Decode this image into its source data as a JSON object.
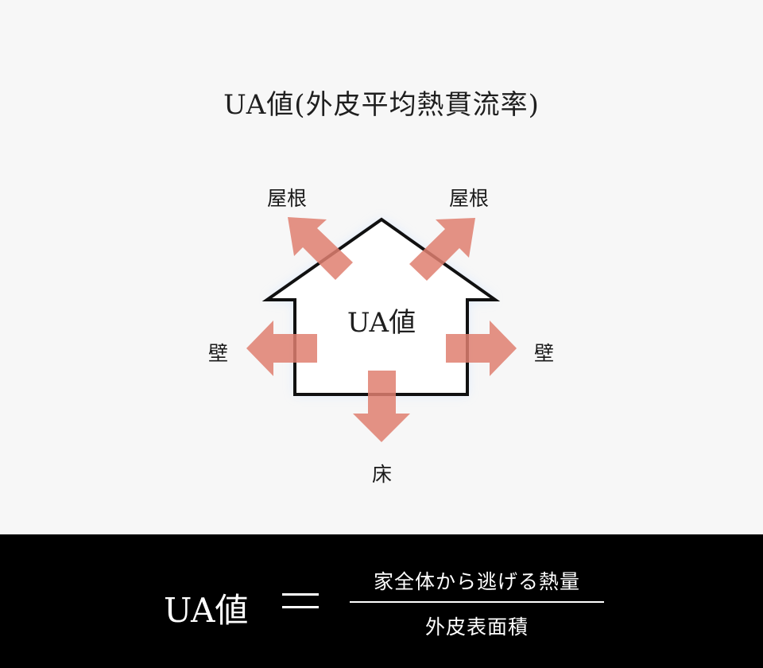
{
  "diagram": {
    "title": "UA値(外皮平均熱貫流率)",
    "house_label": "UA値",
    "labels": {
      "roof_left": "屋根",
      "roof_right": "屋根",
      "wall_left": "壁",
      "wall_right": "壁",
      "floor": "床"
    }
  },
  "formula": {
    "left": "UA値",
    "equals": "＝",
    "numerator": "家全体から逃げる熱量",
    "denominator": "外皮表面積"
  },
  "colors": {
    "background": "#f7f7f7",
    "arrow": "#df7f70",
    "house_stroke": "#111111",
    "house_glow": "#cfe2ff",
    "footer": "#000000"
  }
}
